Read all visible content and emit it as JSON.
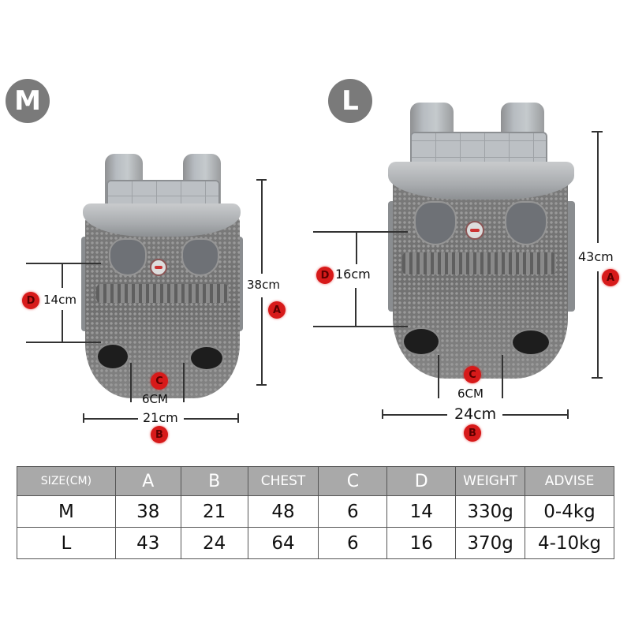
{
  "sizes": [
    {
      "label": "M",
      "dimensions": {
        "A": {
          "marker": "A",
          "value": "38cm"
        },
        "B": {
          "marker": "B",
          "value": "21cm"
        },
        "C": {
          "marker": "C",
          "value": "6CM"
        },
        "D": {
          "marker": "D",
          "value": "14cm"
        }
      }
    },
    {
      "label": "L",
      "dimensions": {
        "A": {
          "marker": "A",
          "value": "43cm"
        },
        "B": {
          "marker": "B",
          "value": "24cm"
        },
        "C": {
          "marker": "C",
          "value": "6CM"
        },
        "D": {
          "marker": "D",
          "value": "16cm"
        }
      }
    }
  ],
  "colors": {
    "badge": "#7a7a7a",
    "marker": "#d71a1a",
    "table_header": "#a9a9a9"
  },
  "table": {
    "headers": [
      "SIZE(CM)",
      "A",
      "B",
      "CHEST",
      "C",
      "D",
      "WEIGHT",
      "ADVISE"
    ],
    "rows": [
      [
        "M",
        "38",
        "21",
        "48",
        "6",
        "14",
        "330g",
        "0-4kg"
      ],
      [
        "L",
        "43",
        "24",
        "64",
        "6",
        "16",
        "370g",
        "4-10kg"
      ]
    ]
  }
}
